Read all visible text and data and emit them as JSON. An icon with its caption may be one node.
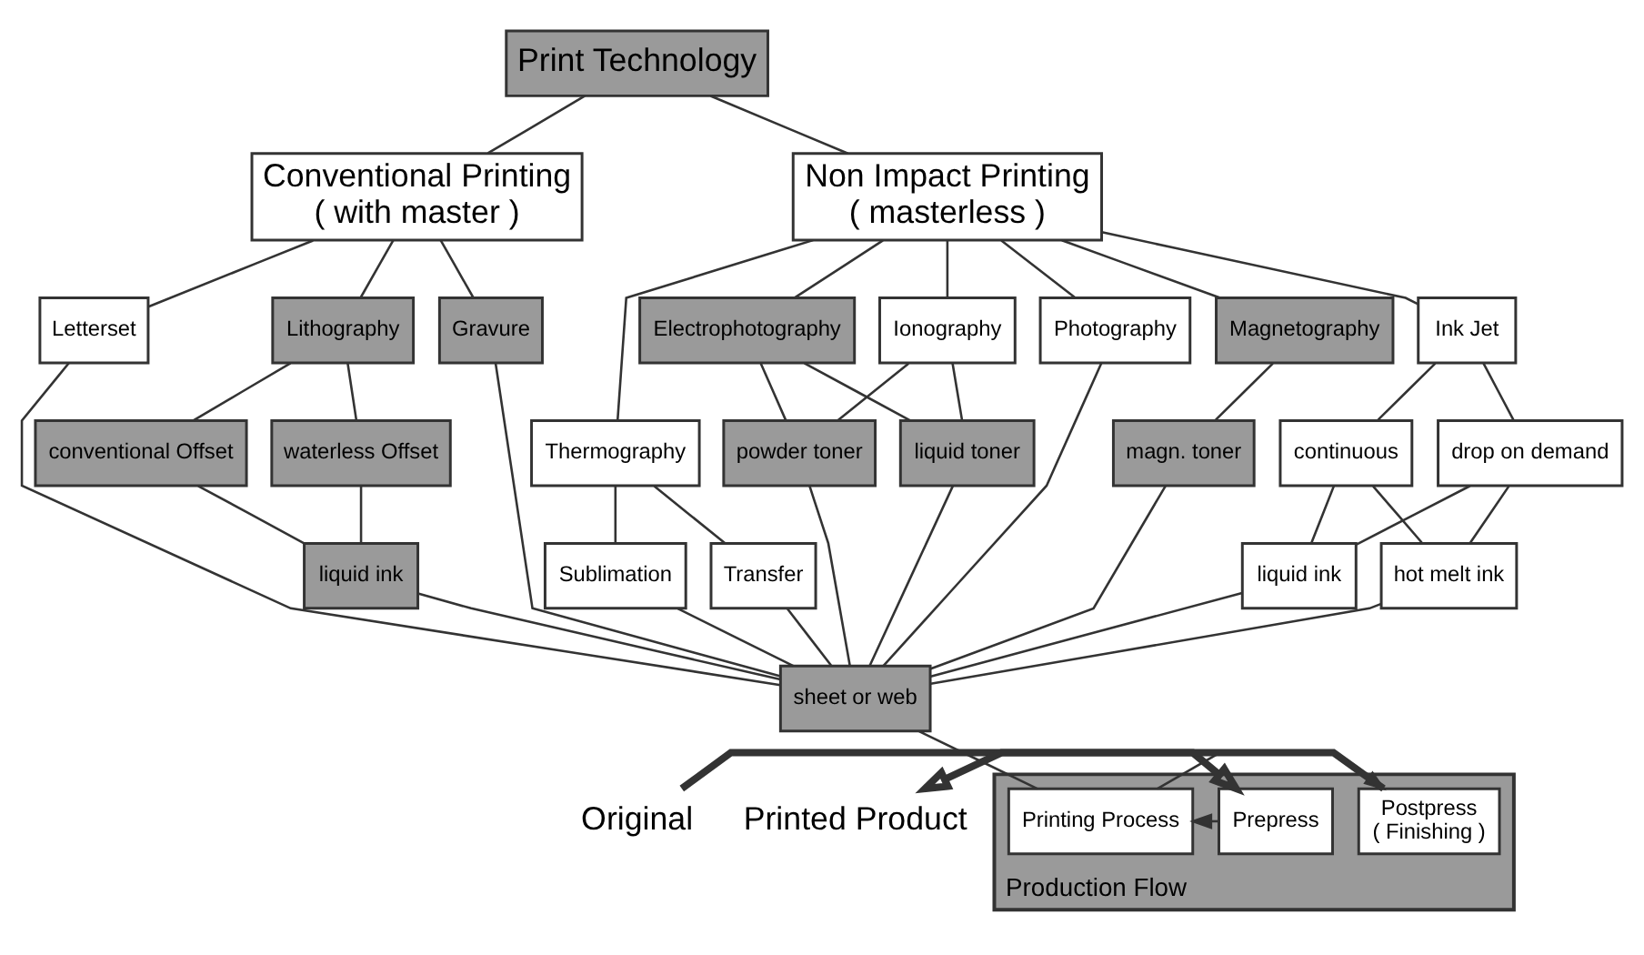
{
  "diagram": {
    "nodes": [
      {
        "text": [
          "Print Technology"
        ]
      },
      {
        "text": [
          "Conventional Printing",
          "( with master )"
        ]
      },
      {
        "text": [
          "Non Impact Printing",
          "( masterless )"
        ]
      },
      {
        "text": [
          "Letterset"
        ]
      },
      {
        "text": [
          "Lithography"
        ]
      },
      {
        "text": [
          "Gravure"
        ]
      },
      {
        "text": [
          "Electrophotography"
        ]
      },
      {
        "text": [
          "Ionography"
        ]
      },
      {
        "text": [
          "Magnetography"
        ]
      },
      {
        "text": [
          "Ink Jet"
        ]
      },
      {
        "text": [
          "Thermography"
        ]
      },
      {
        "text": [
          "Photography"
        ]
      },
      {
        "text": [
          "conventional Offset"
        ]
      },
      {
        "text": [
          "waterless Offset"
        ]
      },
      {
        "text": [
          "liquid ink"
        ]
      },
      {
        "text": [
          "continuous"
        ]
      },
      {
        "text": [
          "drop on demand"
        ]
      },
      {
        "text": [
          "powder toner"
        ]
      },
      {
        "text": [
          "liquid toner"
        ]
      },
      {
        "text": [
          "magn. toner"
        ]
      },
      {
        "text": [
          "liquid ink"
        ]
      },
      {
        "text": [
          "hot melt ink"
        ]
      },
      {
        "text": [
          "Sublimation"
        ]
      },
      {
        "text": [
          "Transfer"
        ]
      },
      {
        "text": [
          "sheet or web"
        ]
      },
      {
        "text": [
          "Production Flow"
        ]
      },
      {
        "text": [
          "Original"
        ]
      },
      {
        "text": [
          "Prepress"
        ],
        "in": 25
      },
      {
        "text": [
          "Printing Process"
        ],
        "in": 25
      },
      {
        "text": [
          "Postpress",
          "( Finishing )"
        ],
        "in": 25
      },
      {
        "text": [
          "Printed Product"
        ]
      }
    ],
    "edges": [
      {
        "from": 0,
        "to": 1,
        "arrow": "none"
      },
      {
        "from": 0,
        "to": 2,
        "arrow": "none"
      },
      {
        "from": 1,
        "to": 3,
        "arrow": "none"
      },
      {
        "from": 1,
        "to": 4,
        "arrow": "none"
      },
      {
        "from": 1,
        "to": 5,
        "arrow": "none"
      },
      {
        "from": 2,
        "to": 6,
        "arrow": "none"
      },
      {
        "from": 2,
        "to": 7,
        "arrow": "none"
      },
      {
        "from": 2,
        "to": 8,
        "arrow": "none"
      },
      {
        "from": 2,
        "to": 9,
        "arrow": "none"
      },
      {
        "from": 2,
        "to": 10,
        "arrow": "none"
      },
      {
        "from": 2,
        "to": 11,
        "arrow": "none"
      },
      {
        "from": 4,
        "to": 12,
        "arrow": "none"
      },
      {
        "from": 4,
        "to": 13,
        "arrow": "none"
      },
      {
        "from": 12,
        "to": 14,
        "arrow": "none"
      },
      {
        "from": 13,
        "to": 14,
        "arrow": "none"
      },
      {
        "from": 6,
        "to": 17,
        "arrow": "none"
      },
      {
        "from": 6,
        "to": 18,
        "arrow": "none"
      },
      {
        "from": 7,
        "to": 17,
        "arrow": "none"
      },
      {
        "from": 7,
        "to": 18,
        "arrow": "none"
      },
      {
        "from": 8,
        "to": 19,
        "arrow": "none"
      },
      {
        "from": 9,
        "to": 15,
        "arrow": "none"
      },
      {
        "from": 9,
        "to": 16,
        "arrow": "none"
      },
      {
        "from": 15,
        "to": 20,
        "arrow": "none"
      },
      {
        "from": 15,
        "to": 21,
        "arrow": "none"
      },
      {
        "from": 16,
        "to": 20,
        "arrow": "none"
      },
      {
        "from": 16,
        "to": 21,
        "arrow": "none"
      },
      {
        "from": 10,
        "to": 22,
        "arrow": "none"
      },
      {
        "from": 10,
        "to": 23,
        "arrow": "none"
      },
      {
        "from": 3,
        "to": 24,
        "arrow": "none"
      },
      {
        "from": 14,
        "to": 24,
        "arrow": "none"
      },
      {
        "from": 5,
        "to": 24,
        "arrow": "none"
      },
      {
        "from": 17,
        "to": 24,
        "arrow": "none"
      },
      {
        "from": 18,
        "to": 24,
        "arrow": "none"
      },
      {
        "from": 19,
        "to": 24,
        "arrow": "none"
      },
      {
        "from": 20,
        "to": 24,
        "arrow": "none"
      },
      {
        "from": 21,
        "to": 24,
        "arrow": "none"
      },
      {
        "from": 22,
        "to": 24,
        "arrow": "none"
      },
      {
        "from": 23,
        "to": 24,
        "arrow": "none"
      },
      {
        "from": 11,
        "to": 24,
        "arrow": "none"
      },
      {
        "from": 24,
        "to": 28,
        "arrow": "none"
      },
      {
        "from": 26,
        "to": 27,
        "arrow": "to",
        "style": "thick"
      },
      {
        "from": 27,
        "to": 28,
        "arrow": "to"
      },
      {
        "from": 28,
        "to": 29,
        "arrow": "to"
      },
      {
        "from": 29,
        "to": 30,
        "arrow": "to",
        "style": "thick"
      }
    ]
  }
}
